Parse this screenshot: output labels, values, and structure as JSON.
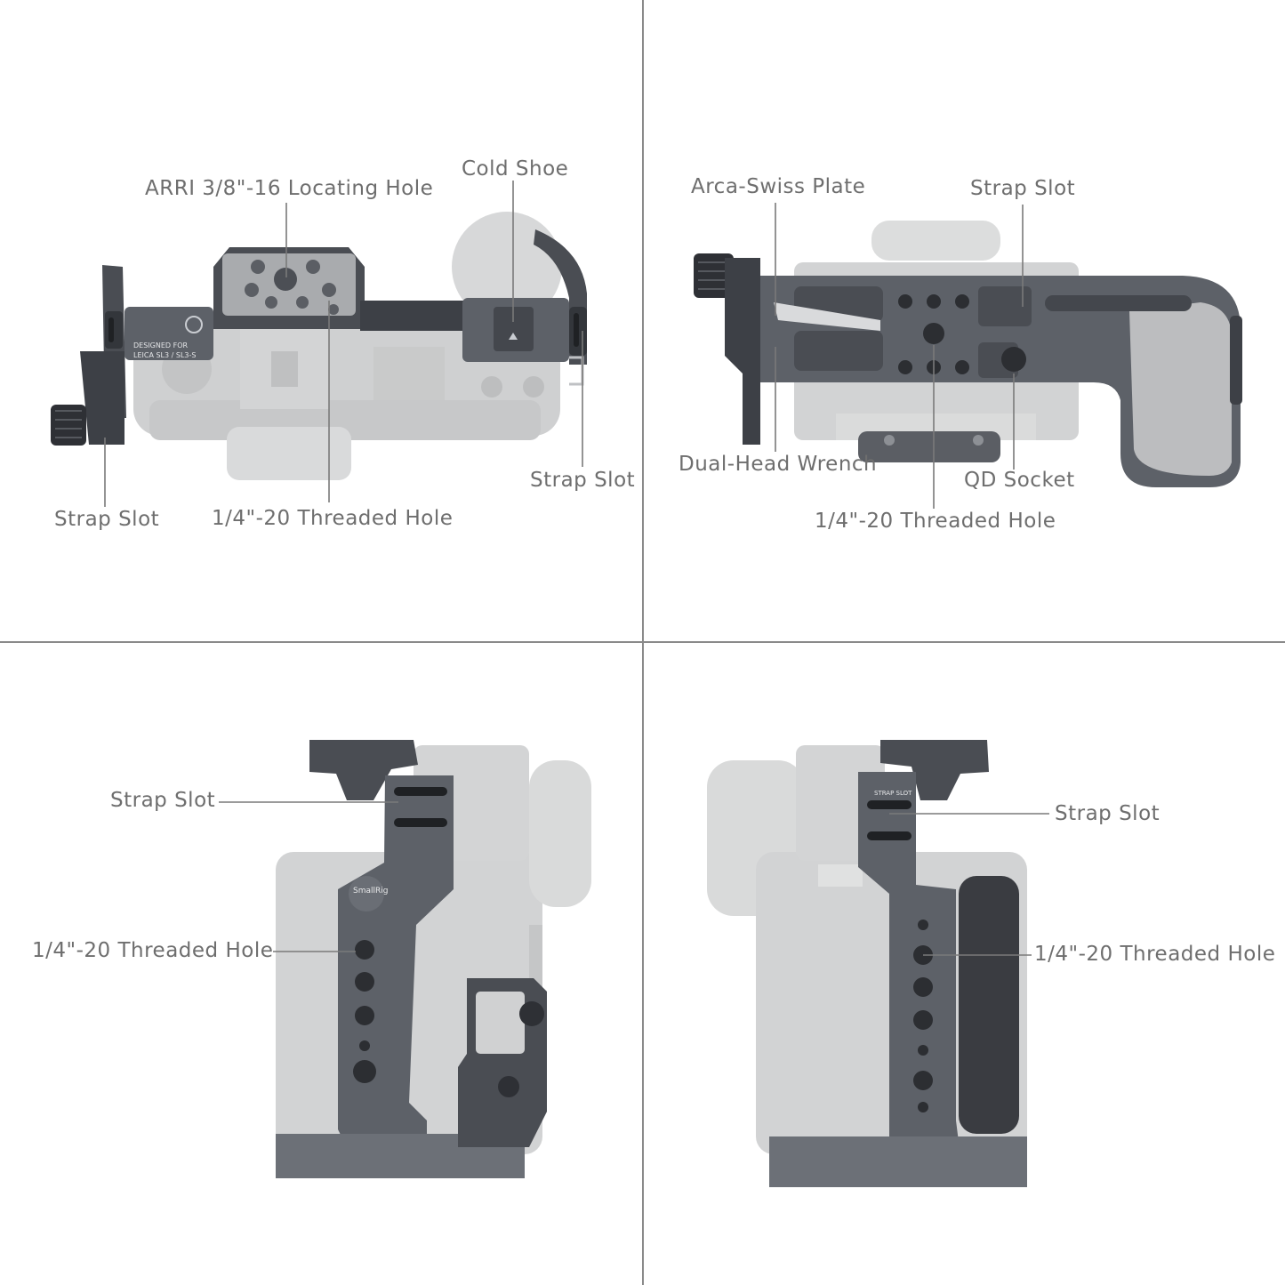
{
  "panels": {
    "top_left": {
      "labels": {
        "arri": "ARRI 3/8\"-16 Locating Hole",
        "cold_shoe": "Cold Shoe",
        "strap_slot_left": "Strap Slot",
        "threaded_hole": "1/4\"-20 Threaded Hole",
        "strap_slot_right": "Strap Slot"
      },
      "engraving": {
        "line1": "DESIGNED FOR",
        "line2": "LEICA SL3 / SL3-S"
      }
    },
    "top_right": {
      "labels": {
        "arca": "Arca-Swiss Plate",
        "strap_slot": "Strap Slot",
        "wrench": "Dual-Head Wrench",
        "qd_socket": "QD Socket",
        "threaded_hole": "1/4\"-20 Threaded Hole"
      }
    },
    "bottom_left": {
      "labels": {
        "strap_slot": "Strap Slot",
        "threaded_hole": "1/4\"-20 Threaded Hole"
      },
      "logo": "SmallRig"
    },
    "bottom_right": {
      "labels": {
        "strap_slot": "Strap Slot",
        "threaded_hole": "1/4\"-20 Threaded Hole"
      },
      "engraving": "STRAP SLOT"
    }
  },
  "colors": {
    "cage_metal": "#5d6168",
    "cage_dark": "#3d4046",
    "camera_ghost": "#cfd0d1",
    "label_text": "#6e6e6e",
    "divider": "#8a8a8a"
  }
}
